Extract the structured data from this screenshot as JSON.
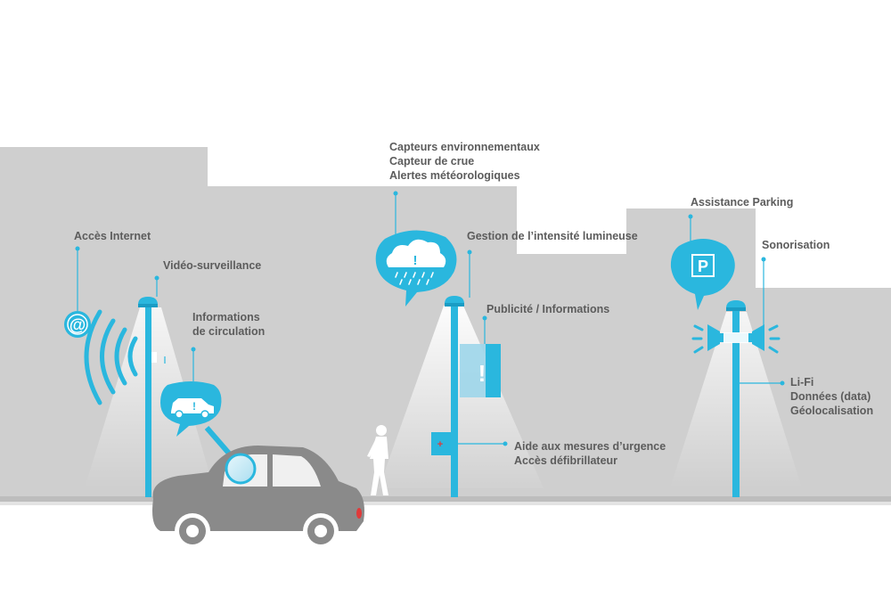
{
  "colors": {
    "accent": "#2ab7de",
    "building": "#cfcfcf",
    "road": "#c4c4c4",
    "car": "#8a8a8a",
    "text": "#5c5c5c"
  },
  "labels": {
    "internet": "Accès Internet",
    "video": "Vidéo-surveillance",
    "traffic": [
      "Informations",
      "de circulation"
    ],
    "sensors": [
      "Capteurs environnementaux",
      "Capteur de crue",
      "Alertes météorologiques"
    ],
    "dimming": "Gestion de l’intensité lumineuse",
    "advertising": "Publicité / Informations",
    "emergency": [
      "Aide aux mesures d’urgence",
      "Accès défibrillateur"
    ],
    "parking": "Assistance Parking",
    "sound": "Sonorisation",
    "lifi": [
      "Li-Fi",
      "Données (data)",
      "Géolocalisation"
    ]
  },
  "icons": {
    "internet": "at-sign-icon",
    "wifi": "wifi-waves-icon",
    "camera": "camera-icon",
    "car_bubble": "car-icon",
    "weather_bubble": "rain-cloud-icon",
    "parking_bubble": "parking-icon",
    "alert_panel": "exclamation-icon",
    "emergency_box": "first-aid-icon",
    "speaker": "speaker-icon",
    "pedestrian": "pedestrian-icon"
  },
  "glyphs": {
    "at": "@",
    "exclamation": "!",
    "parking": "P",
    "plus": "+"
  }
}
